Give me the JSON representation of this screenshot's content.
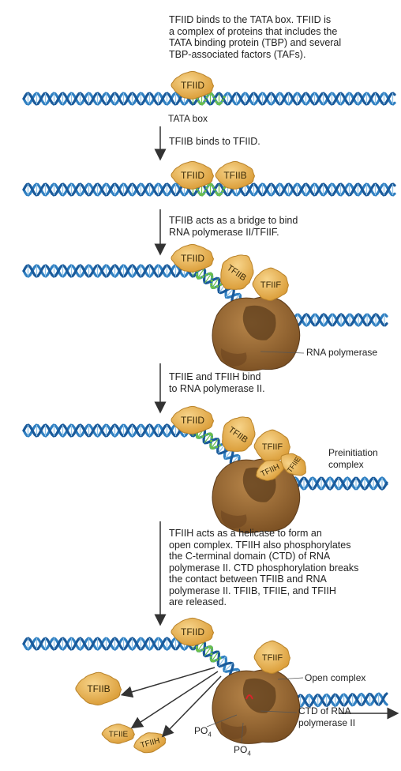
{
  "steps": {
    "step1": "TFIID binds to the TATA box. TFIID is\na complex of proteins that includes the\nTATA binding protein (TBP) and several\nTBP-associated factors (TAFs).",
    "step2": "TFIIB binds to TFIID.",
    "step3": "TFIIB acts as a bridge to bind\nRNA polymerase II/TFIIF.",
    "step4": "TFIIE and TFIIH bind\nto RNA polymerase II.",
    "step5": "TFIIH acts as a helicase to form an\nopen complex. TFIIH also phosphorylates\nthe C-terminal domain (CTD) of RNA\npolymerase II. CTD phosphorylation breaks\nthe contact between TFIIB and RNA\npolymerase II. TFIIB, TFIIE, and TFIIH\nare released."
  },
  "labels": {
    "tata_box": "TATA box",
    "rna_polymerase": "RNA polymerase",
    "preinitiation_complex": "Preinitiation\ncomplex",
    "open_complex": "Open complex",
    "ctd": "CTD of RNA\npolymerase II",
    "po4": "PO",
    "po4_sub": "4"
  },
  "proteins": {
    "tfiid": "TFIID",
    "tfiib": "TFIIB",
    "tfiif": "TFIIF",
    "tfiie": "TFIIE",
    "tfiih": "TFIIH"
  },
  "colors": {
    "dna": "#2f7fc1",
    "dna_dark": "#1a5a9a",
    "tata": "#6cc04a",
    "protein": "#e9b24a",
    "protein_edge": "#b9832a",
    "polymerase": "#9b6a33",
    "polymerase_dark": "#5e3d1c",
    "arrow": "#333333",
    "ctd_mark": "#d8232a"
  }
}
